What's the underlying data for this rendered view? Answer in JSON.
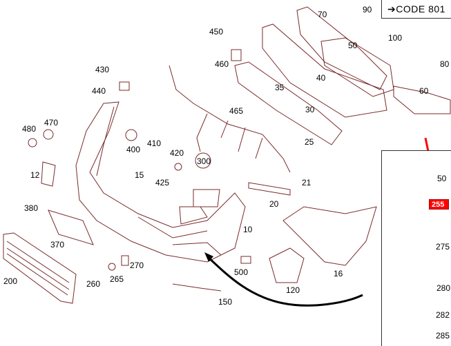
{
  "header": {
    "code_label": "CODE 801",
    "code_arrow": "➔"
  },
  "labels": {
    "l10": "10",
    "l12": "12",
    "l15": "15",
    "l16": "16",
    "l20": "20",
    "l21": "21",
    "l25": "25",
    "l30": "30",
    "l35": "35",
    "l40": "40",
    "l50": "50",
    "l50b": "50",
    "l60": "60",
    "l70": "70",
    "l80": "80",
    "l90": "90",
    "l100": "100",
    "l120": "120",
    "l150": "150",
    "l200": "200",
    "l255": "255",
    "l260": "260",
    "l265": "265",
    "l270": "270",
    "l275": "275",
    "l280": "280",
    "l282": "282",
    "l285": "285",
    "l300": "300",
    "l370": "370",
    "l380": "380",
    "l400": "400",
    "l410": "410",
    "l420": "420",
    "l425": "425",
    "l430": "430",
    "l440": "440",
    "l450": "450",
    "l460": "460",
    "l465": "465",
    "l470": "470",
    "l480": "480",
    "l500": "500"
  },
  "colors": {
    "line": "#7a2a2a",
    "highlight": "#ff0000",
    "arrow": "#000000"
  }
}
